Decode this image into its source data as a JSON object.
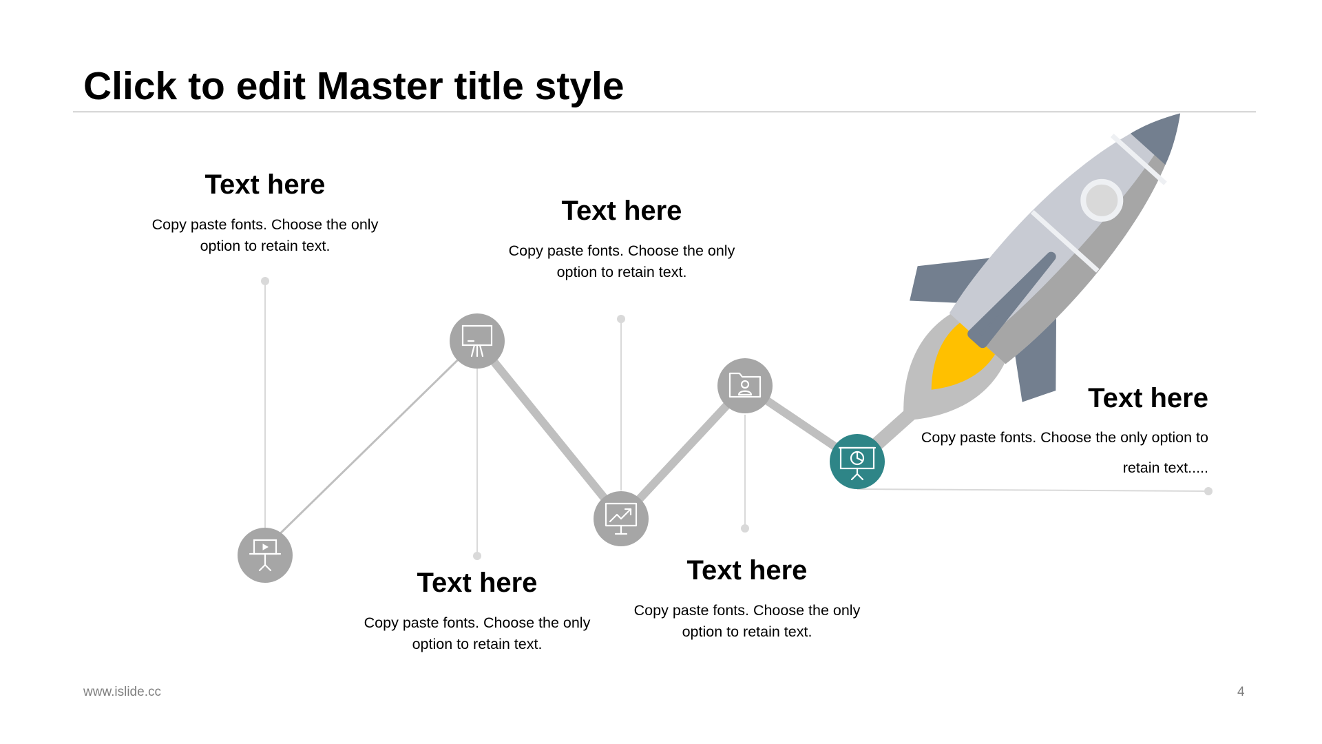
{
  "slide": {
    "title": "Click to edit Master title style",
    "footer_url": "www.islide.cc",
    "page_number": "4"
  },
  "milestones": [
    {
      "heading": "Text here",
      "body": "Copy paste fonts. Choose the only option to retain text.",
      "icon": "presentation-play-icon"
    },
    {
      "heading": "Text here",
      "body": "Copy paste fonts. Choose the only option to retain text.",
      "icon": "whiteboard-easel-icon"
    },
    {
      "heading": "Text here",
      "body": "Copy paste fonts. Choose the only option to retain text.",
      "icon": "growth-chart-board-icon"
    },
    {
      "heading": "Text here",
      "body": "Copy paste fonts. Choose the only option to retain text.",
      "icon": "folder-user-icon"
    },
    {
      "heading": "Text here",
      "body": "Copy paste fonts. Choose the only option to retain text.....",
      "icon": "pie-chart-board-icon"
    }
  ],
  "colors": {
    "node_gray": "#a6a6a6",
    "node_accent": "#2e8587",
    "line_gray": "#bfbfbf",
    "connector_gray": "#d9d9d9",
    "rocket_body": "#c8cbd3",
    "rocket_fins": "#737f8f",
    "rocket_flame": "#ffc000"
  }
}
